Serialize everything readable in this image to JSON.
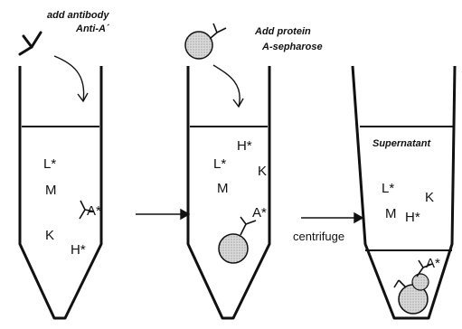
{
  "step1": {
    "caption_line1": "add antibody",
    "caption_line2": "Anti-A´"
  },
  "step2": {
    "caption_line1": "Add protein",
    "caption_line2": "A-sepharose"
  },
  "step3": {
    "supernatant_label": "Supernatant"
  },
  "arrow_label": "centrifuge",
  "tube1": {
    "labels": [
      "L*",
      "M",
      "K",
      "H*"
    ],
    "antigen": "A*"
  },
  "tube2": {
    "labels": [
      "H*",
      "L*",
      "K",
      "M"
    ],
    "antigen": "A*"
  },
  "tube3": {
    "labels": [
      "L*",
      "K",
      "M",
      "H*"
    ],
    "antigen": "A*"
  },
  "colors": {
    "line": "#111111",
    "bead": "#d9d9d9",
    "background": "#ffffff"
  }
}
